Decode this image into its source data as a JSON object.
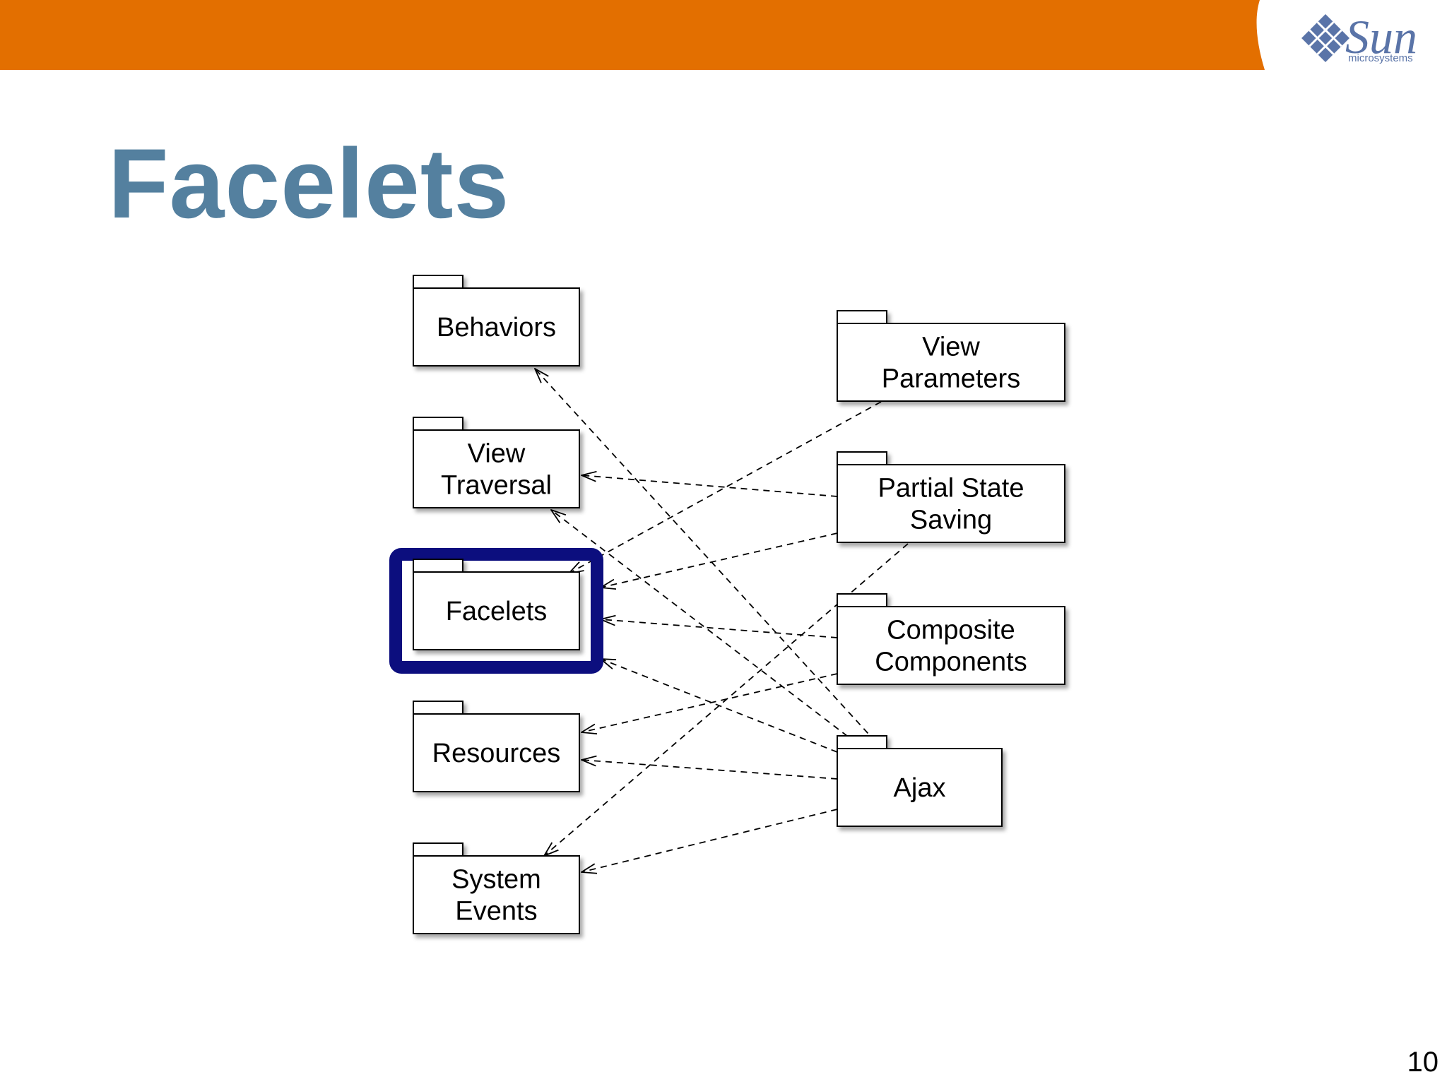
{
  "slide": {
    "title": "Facelets",
    "page_number": "10"
  },
  "logo": {
    "word": "Sun",
    "subtext": "microsystems"
  },
  "colors": {
    "banner": "#e36f00",
    "title": "#54809f",
    "highlight": "#0c0e7e"
  },
  "packages": [
    {
      "id": "behaviors",
      "lines": [
        "Behaviors"
      ]
    },
    {
      "id": "view-traversal",
      "lines": [
        "View",
        "Traversal"
      ]
    },
    {
      "id": "facelets",
      "lines": [
        "Facelets"
      ],
      "highlighted": true
    },
    {
      "id": "resources",
      "lines": [
        "Resources"
      ]
    },
    {
      "id": "system-events",
      "lines": [
        "System",
        "Events"
      ]
    },
    {
      "id": "view-parameters",
      "lines": [
        "View",
        "Parameters"
      ]
    },
    {
      "id": "partial-state-saving",
      "lines": [
        "Partial State",
        "Saving"
      ]
    },
    {
      "id": "composite-components",
      "lines": [
        "Composite",
        "Components"
      ]
    },
    {
      "id": "ajax",
      "lines": [
        "Ajax"
      ]
    }
  ],
  "dependencies": [
    {
      "from": "ajax",
      "to": "behaviors"
    },
    {
      "from": "ajax",
      "to": "view-traversal"
    },
    {
      "from": "ajax",
      "to": "facelets"
    },
    {
      "from": "ajax",
      "to": "resources"
    },
    {
      "from": "ajax",
      "to": "system-events"
    },
    {
      "from": "view-parameters",
      "to": "facelets"
    },
    {
      "from": "partial-state-saving",
      "to": "view-traversal"
    },
    {
      "from": "partial-state-saving",
      "to": "facelets"
    },
    {
      "from": "partial-state-saving",
      "to": "system-events"
    },
    {
      "from": "composite-components",
      "to": "facelets"
    },
    {
      "from": "composite-components",
      "to": "resources"
    }
  ]
}
